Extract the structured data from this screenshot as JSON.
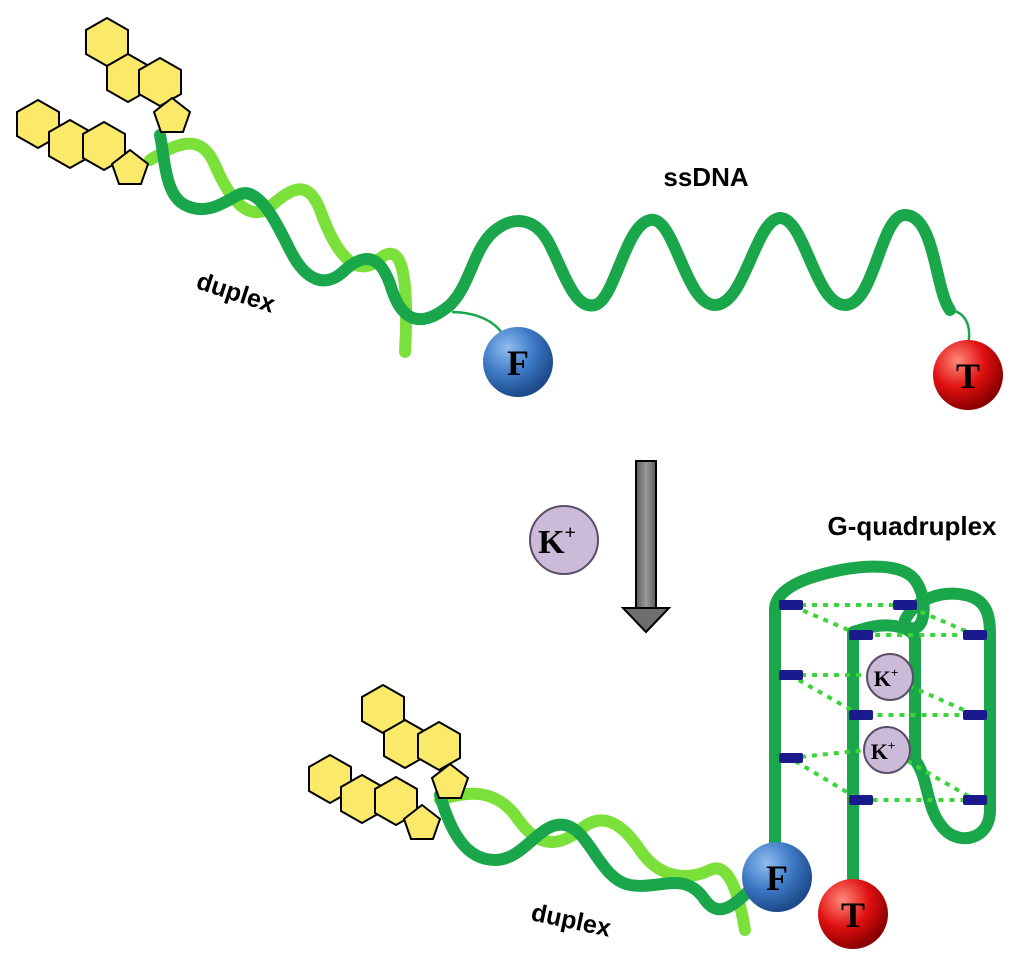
{
  "labels": {
    "ssdna": "ssDNA",
    "duplex_top": "duplex",
    "duplex_bottom": "duplex",
    "gquadruplex": "G-quadruplex",
    "fluorophore_top": "F",
    "quencher_top": "T",
    "fluorophore_bottom": "F",
    "quencher_bottom": "T",
    "potassium_base": "K",
    "potassium_sup": "+"
  },
  "colors": {
    "strand_dark": "#1aa64a",
    "strand_light": "#7be13a",
    "hexagon_fill": "#fbe96a",
    "fluorophore": "#3d78c4",
    "quencher": "#e01010",
    "potassium": "#cbbad8",
    "arrow": "#6e6e6e",
    "tetrad_dot": "#3bd43b",
    "tetrad_block": "#1a1a8c"
  }
}
